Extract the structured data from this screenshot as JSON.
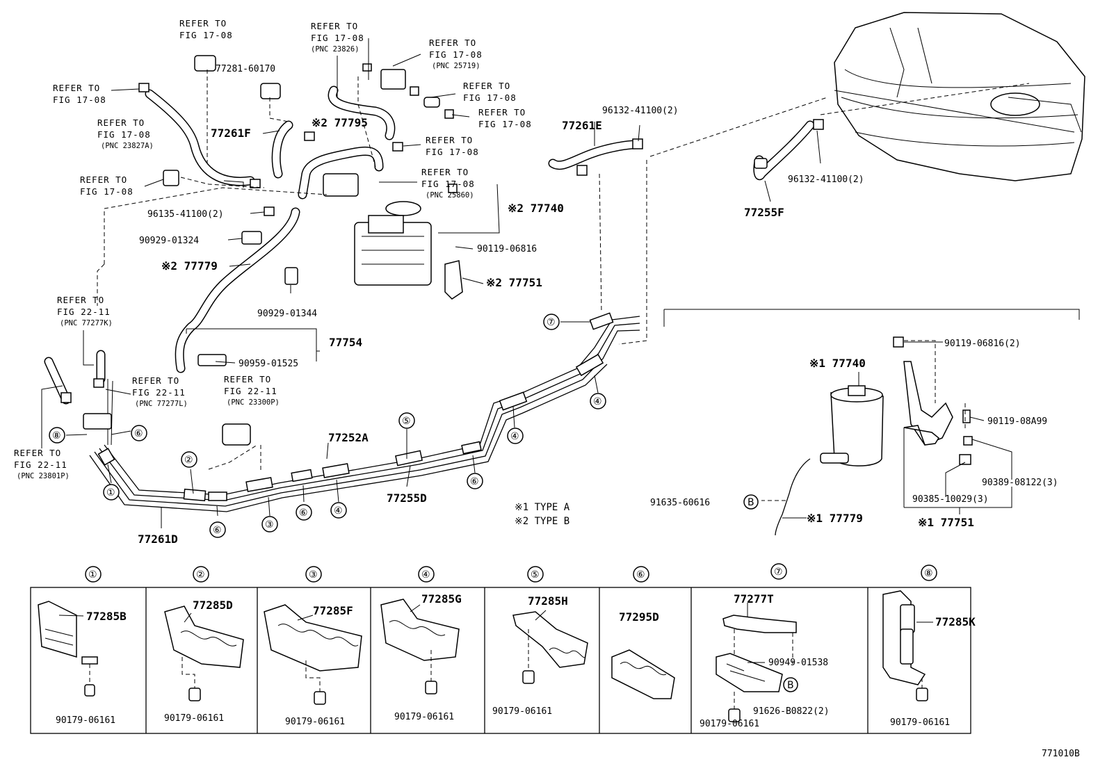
{
  "diagram_code": "771010B",
  "legend": {
    "type1": "※1 TYPE A",
    "type2": "※2 TYPE B"
  },
  "refs": {
    "r1": [
      "REFER TO",
      "FIG 17-08"
    ],
    "r2": [
      "REFER TO",
      "FIG 17-08",
      "(PNC 23826)"
    ],
    "r3": [
      "REFER TO",
      "FIG 17-08",
      "(PNC 25719)"
    ],
    "r4": [
      "REFER TO",
      "FIG 17-08"
    ],
    "r5": [
      "REFER TO",
      "FIG 17-08",
      "(PNC 23827A)"
    ],
    "r6": [
      "REFER TO",
      "FIG 17-08"
    ],
    "r7": [
      "REFER TO",
      "FIG 17-08"
    ],
    "r8": [
      "REFER TO",
      "FIG 17-08"
    ],
    "r9": [
      "REFER TO",
      "FIG 17-08"
    ],
    "r10": [
      "REFER TO",
      "FIG 17-08",
      "(PNC 25860)"
    ],
    "r11": [
      "REFER TO",
      "FIG 22-11",
      "(PNC 77277K)"
    ],
    "r12": [
      "REFER TO",
      "FIG 22-11",
      "(PNC 77277L)"
    ],
    "r13": [
      "REFER TO",
      "FIG 22-11",
      "(PNC 23300P)"
    ],
    "r14": [
      "REFER TO",
      "FIG 22-11",
      "(PNC 23801P)"
    ]
  },
  "labels": {
    "p77281": "77281-60170",
    "p77261F": "77261F",
    "p77795": "※2 77795",
    "p96135": "96135-41100(2)",
    "p90929a": "90929-01324",
    "p77779b": "※2 77779",
    "p90929b": "90929-01344",
    "p77754": "77754",
    "p90959": "90959-01525",
    "p77740b": "※2 77740",
    "p90119a": "90119-06816",
    "p77751b": "※2 77751",
    "p77261E": "77261E",
    "p96132a": "96132-41100(2)",
    "p96132b": "96132-41100(2)",
    "p77255F": "77255F",
    "p77252A": "77252A",
    "p77255D": "77255D",
    "p77261D": "77261D",
    "p77740a": "※1 77740",
    "p90119b": "90119-06816(2)",
    "p90119c": "90119-08A99",
    "p90389": "90389-08122(3)",
    "p90385": "90385-10029(3)",
    "p77751a": "※1 77751",
    "p91635": "91635-60616",
    "p77779a": "※1 77779"
  },
  "circles": {
    "c1": "①",
    "c2": "②",
    "c3": "③",
    "c4": "④",
    "c5": "⑤",
    "c6": "⑥",
    "c7": "⑦",
    "c8": "⑧",
    "cB": "B"
  },
  "detail_boxes": [
    {
      "num": "①",
      "part": "77285B",
      "bolt": "90179-06161"
    },
    {
      "num": "②",
      "part": "77285D",
      "bolt": "90179-06161"
    },
    {
      "num": "③",
      "part": "77285F",
      "bolt": "90179-06161"
    },
    {
      "num": "④",
      "part": "77285G",
      "bolt": "90179-06161"
    },
    {
      "num": "⑤",
      "part": "77285H",
      "bolt": "90179-06161"
    },
    {
      "num": "⑥",
      "part": "77295D",
      "bolt": ""
    },
    {
      "num": "⑦",
      "part": "77277T",
      "bolt": "90179-06161",
      "extra1": "90949-01538",
      "extra2": "91626-B0822(2)"
    },
    {
      "num": "⑧",
      "part": "77285K",
      "bolt": "90179-06161"
    }
  ]
}
